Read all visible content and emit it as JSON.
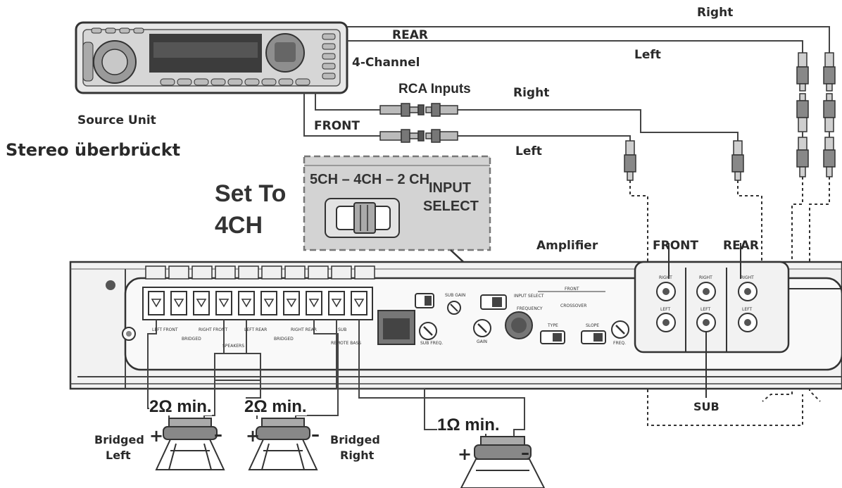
{
  "diagram": {
    "source_label": "Source Unit",
    "headline": "Stereo überbrückt",
    "four_channel_label": "4-Channel",
    "rca_inputs_label": "RCA Inputs",
    "rear_label": "REAR",
    "front_label": "FRONT",
    "top_right_label": "Right",
    "top_left_label": "Left",
    "mid_right_label": "Right",
    "mid_left_label": "Left",
    "set_to_line1": "Set To",
    "set_to_line2": "4CH",
    "switch_modes": "5CH – 4CH – 2 CH",
    "switch_input": "INPUT",
    "switch_select": "SELECT",
    "amplifier_label": "Amplifier",
    "amp_front_label": "FRONT",
    "amp_rear_label": "REAR",
    "sub_label": "SUB",
    "imp_left": "2Ω min.",
    "imp_right": "2Ω min.",
    "imp_sub": "1Ω min.",
    "bridged_left_1": "Bridged",
    "bridged_left_2": "Left",
    "bridged_right_1": "Bridged",
    "bridged_right_2": "Right",
    "plus": "+",
    "minus": "–"
  },
  "amp_panel": {
    "left_front": "LEFT FRONT",
    "right_front": "RIGHT FRONT",
    "left_rear": "LEFT REAR",
    "right_rear": "RIGHT REAR",
    "bridged": "BRIDGED",
    "speakers": "SPEAKERS",
    "sub": "SUB",
    "remote": "REMOTE BASS",
    "sub_gain": "SUB GAIN",
    "input_select": "INPUT SELECT",
    "front_small": "FRONT",
    "crossover": "CROSSOVER",
    "gain": "GAIN",
    "frequency": "FREQUENCY",
    "sub_freq": "SUB FREQ.",
    "freq": "FREQ.",
    "type": "TYPE",
    "slope": "SLOPE",
    "right": "RIGHT",
    "left": "LEFT"
  }
}
